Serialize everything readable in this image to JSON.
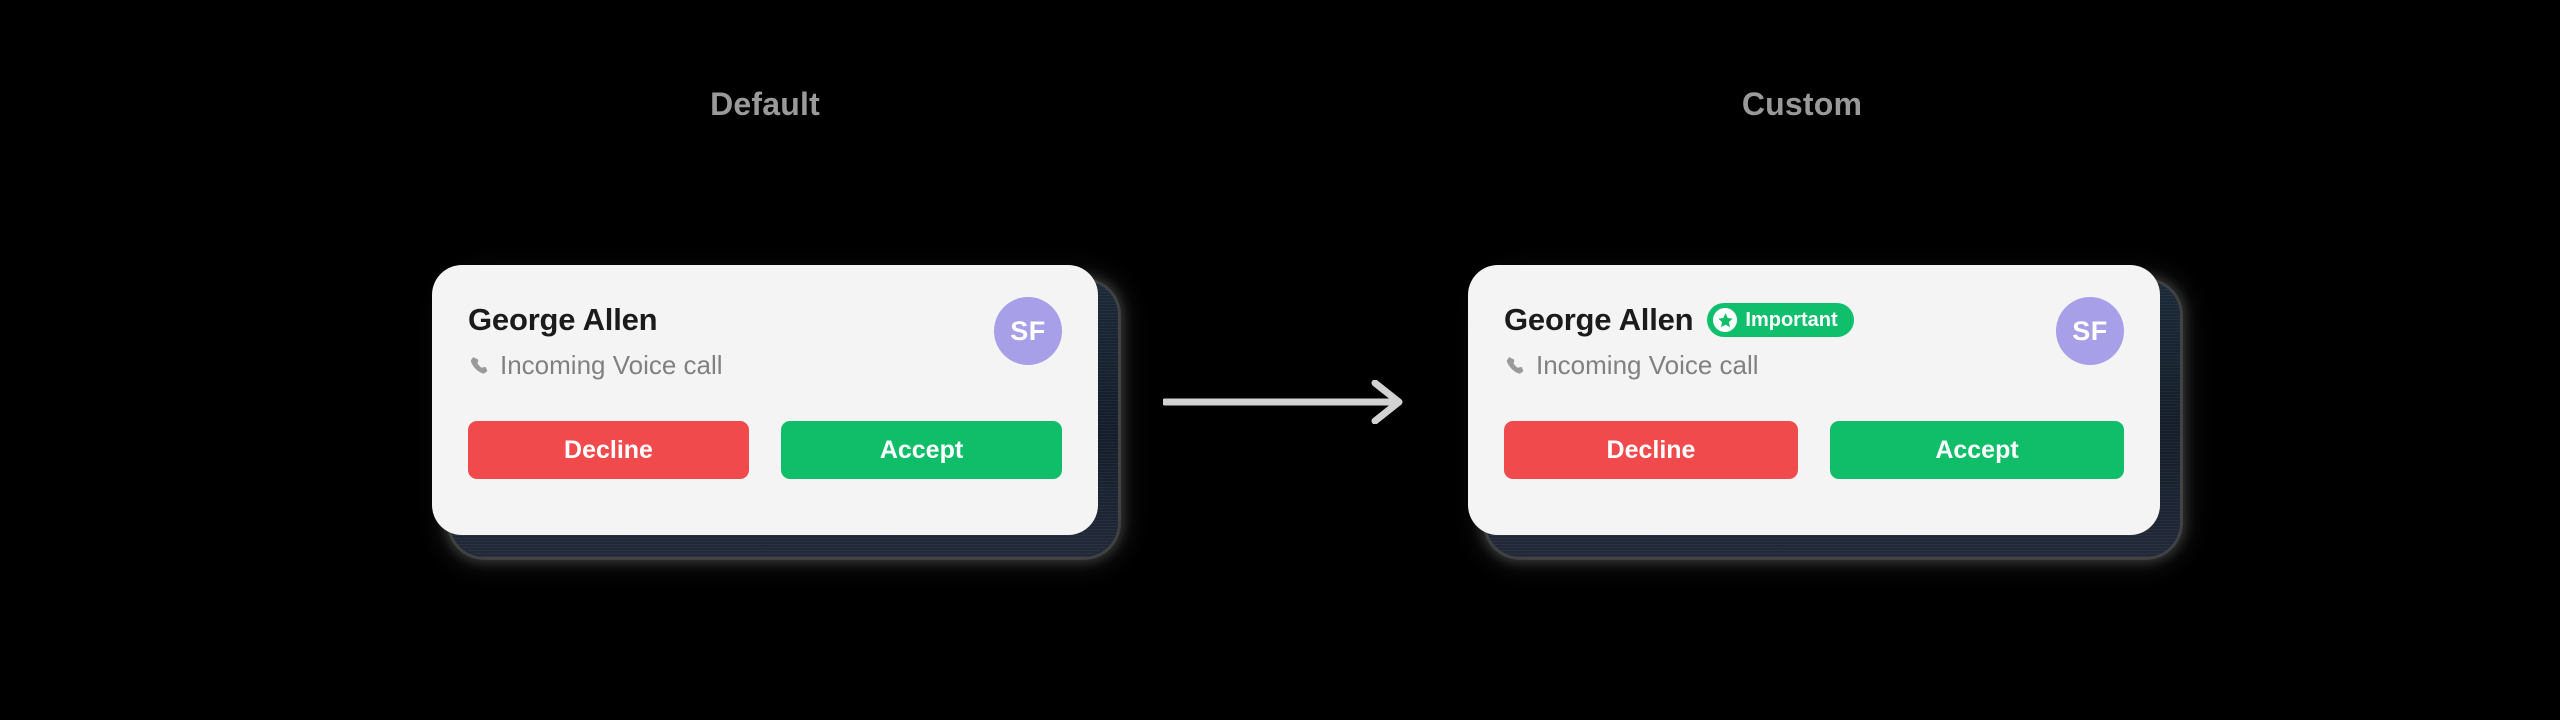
{
  "page": {
    "background": "#000000",
    "arrow_icon": "arrow-right-icon",
    "arrow_color": "#d2d2d2"
  },
  "columns": [
    {
      "id": "default",
      "caption": "Default",
      "caption_color": "#9a9a9a"
    },
    {
      "id": "custom",
      "caption": "Custom",
      "caption_color": "#9a9a9a"
    }
  ],
  "notification": {
    "caller_name": "George Allen",
    "caller_name_color": "#1b1b1b",
    "call_status": "Incoming Voice call",
    "call_status_color": "#818181",
    "call_icon": "phone-icon",
    "avatar": {
      "initials": "SF",
      "background": "#a79fe8",
      "text_color": "#ffffff"
    },
    "card_background": "#f4f4f4",
    "frame_color": "#182433",
    "buttons": {
      "decline": {
        "label": "Decline",
        "color": "#f04a4d",
        "text_color": "#ffffff"
      },
      "accept": {
        "label": "Accept",
        "color": "#10be6a",
        "text_color": "#ffffff"
      }
    },
    "badge": {
      "label": "Important",
      "background": "#0fbf6c",
      "text_color": "#ffffff",
      "icon": "star-circle-icon",
      "icon_circle_color": "#ffffff",
      "icon_star_color": "#0fbf6c"
    }
  }
}
